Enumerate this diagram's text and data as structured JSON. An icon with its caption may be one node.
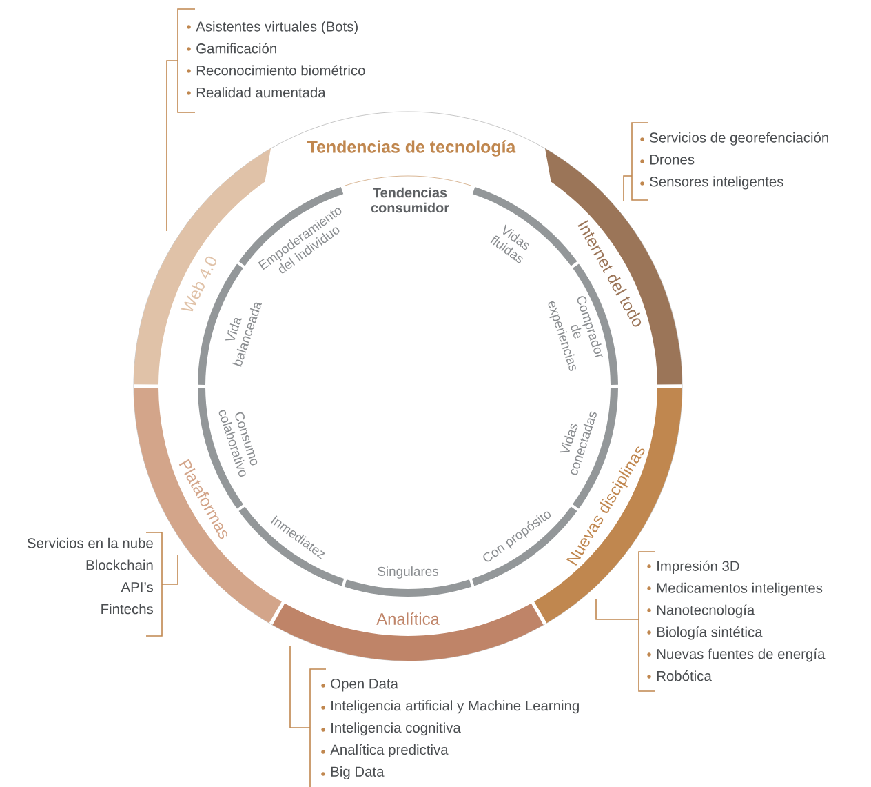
{
  "diagram": {
    "nodes": [
      {
        "text": [
          "Web 4.0"
        ]
      },
      {
        "text": [
          "Internet del todo"
        ]
      },
      {
        "text": [
          "Nuevas disciplinas"
        ]
      },
      {
        "text": [
          "Analítica"
        ]
      },
      {
        "text": [
          "Plataformas"
        ]
      },
      {
        "text": [
          "Asistentes virtuales (Bots)",
          "Gamificación",
          "Reconocimiento biométrico",
          "Realidad aumentada"
        ]
      },
      {
        "text": [
          "Servicios de georefenciación",
          "Drones",
          "Sensores inteligentes"
        ]
      },
      {
        "text": [
          "Impresión 3D",
          "Medicamentos inteligentes",
          "Nanotecnología",
          "Biología sintética",
          "Nuevas fuentes de energía",
          "Robótica"
        ]
      },
      {
        "text": [
          "Open Data",
          "Inteligencia artificial y Machine Learning",
          "Inteligencia cognitiva",
          "Analítica predictiva",
          "Big Data"
        ]
      },
      {
        "text": [
          "Servicios en la nube",
          "Blockchain",
          "API’s",
          "Fintechs"
        ]
      },
      {
        "text": [
          "Empoderamiento del individuo"
        ]
      },
      {
        "text": [
          "Vidas fluidas"
        ]
      },
      {
        "text": [
          "Comprador de experiencias"
        ]
      },
      {
        "text": [
          "Vidas conectadas"
        ]
      },
      {
        "text": [
          "Con propósito"
        ]
      },
      {
        "text": [
          "Singulares"
        ]
      },
      {
        "text": [
          "Inmediatez"
        ]
      },
      {
        "text": [
          "Consumo colaborativo"
        ]
      },
      {
        "text": [
          "Vida balanceada"
        ]
      }
    ],
    "edges": [
      {
        "from": 5,
        "to": 0,
        "arrow": "none"
      },
      {
        "from": 6,
        "to": 1,
        "arrow": "none"
      },
      {
        "from": 7,
        "to": 2,
        "arrow": "none"
      },
      {
        "from": 8,
        "to": 3,
        "arrow": "none"
      },
      {
        "from": 9,
        "to": 4,
        "arrow": "none"
      }
    ],
    "labels": [
      "Tendencias de tecnología",
      "Tendencias consumidor"
    ]
  }
}
